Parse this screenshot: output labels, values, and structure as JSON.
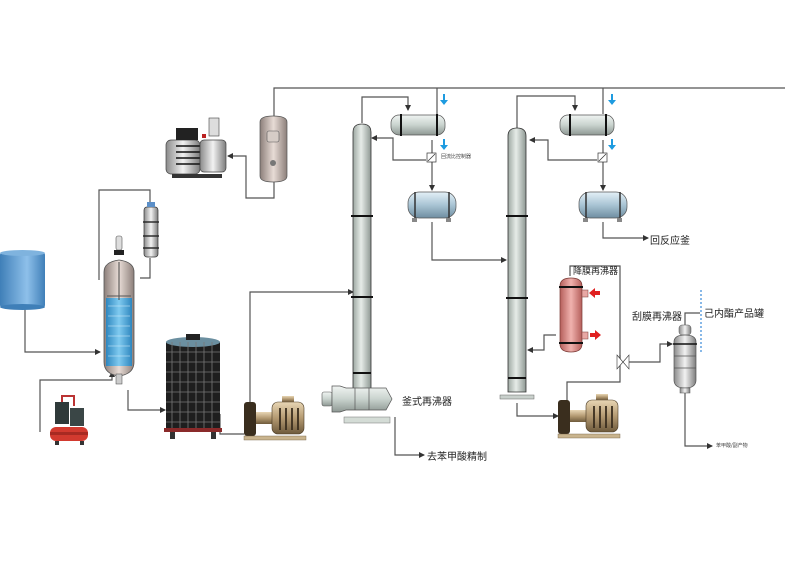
{
  "diagram": {
    "type": "process-flow",
    "title": "",
    "colors": {
      "line": "#555555",
      "column_fill": "#d4dcd6",
      "reactor_liquid": "#4aa8d8",
      "feed_tank": "#5b9bd5",
      "reboiler_red": "#d98a86",
      "hot_arrow": "#e02020",
      "cold_arrow": "#1e9be0",
      "pump_bronze": "#b49a72",
      "compressor_red": "#d23a2f"
    },
    "labels": {
      "reflux_controller_1": "回流比控制器",
      "to_reactor": "回反应釜",
      "falling_film_reboiler": "降膜再沸器",
      "wiped_film_reboiler": "刮膜再沸器",
      "caprolactam_tank": "己内酯产品罐",
      "kettle_reboiler": "釜式再沸器",
      "to_benzoic_refining": "去苯甲酸精制",
      "residue_outlet": "苯甲酸/副产物"
    },
    "equipment": [
      {
        "id": "feed-tank",
        "name": "Feed tank"
      },
      {
        "id": "reactor",
        "name": "Stirred reactor"
      },
      {
        "id": "reactor-condenser",
        "name": "Reactor condenser"
      },
      {
        "id": "air-compressor",
        "name": "Air compressor"
      },
      {
        "id": "cooling-tower",
        "name": "Buffer tank"
      },
      {
        "id": "vacuum-pump",
        "name": "Vacuum pump"
      },
      {
        "id": "vacuum-buffer",
        "name": "Vacuum buffer tank"
      },
      {
        "id": "column-1",
        "name": "Distillation column 1"
      },
      {
        "id": "condenser-1",
        "name": "Condenser 1"
      },
      {
        "id": "receiver-1",
        "name": "Reflux receiver 1"
      },
      {
        "id": "kettle-reboiler",
        "name": "Kettle reboiler"
      },
      {
        "id": "pump-1",
        "name": "Feed pump 1"
      },
      {
        "id": "column-2",
        "name": "Distillation column 2"
      },
      {
        "id": "condenser-2",
        "name": "Condenser 2"
      },
      {
        "id": "receiver-2",
        "name": "Reflux receiver 2"
      },
      {
        "id": "falling-film-reboiler",
        "name": "Falling film reboiler"
      },
      {
        "id": "pump-2",
        "name": "Feed pump 2"
      },
      {
        "id": "wiped-film-evaporator",
        "name": "Wiped film reboiler"
      }
    ]
  }
}
